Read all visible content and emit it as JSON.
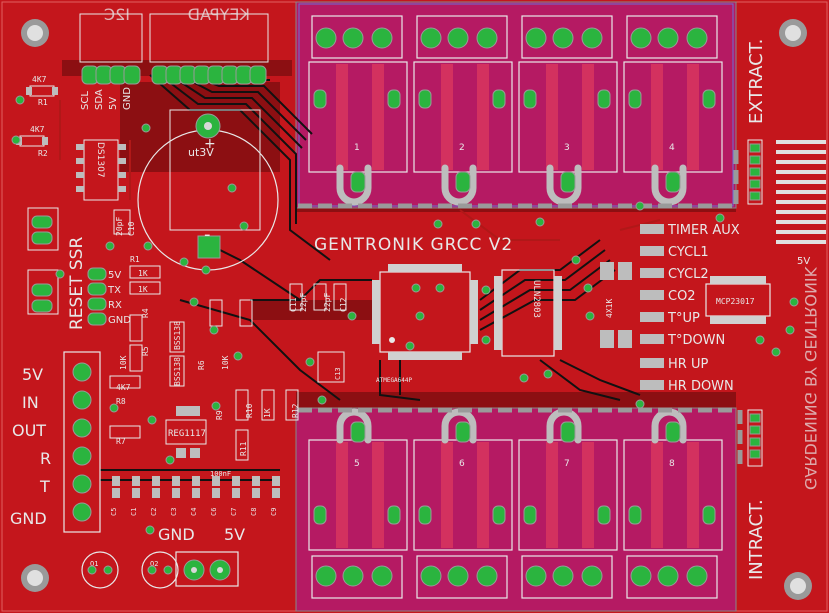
{
  "board": {
    "title": "GENTRONIK GRCC V2",
    "colors": {
      "copper": "#c4161c",
      "dark_copper": "#8c0f12",
      "relay": "#b51a63",
      "pad": "#2bb43f",
      "silk": "#e8e8e8",
      "via": "#cccccc"
    }
  },
  "headers": {
    "top_left": [
      "SCL",
      "SDA",
      "5V",
      "GND"
    ],
    "mirrored_top": [
      "I2C",
      "KEYPAD"
    ]
  },
  "labels": {
    "battery": "ut3V",
    "battery_plus": "+",
    "battery_minus": "-",
    "rtc": "DS1307",
    "reset_ssr": "RESET SSR",
    "serial": [
      "5V",
      "TX",
      "RX",
      "GND"
    ],
    "power_block": [
      "5V",
      "IN",
      "OUT",
      "R",
      "T",
      "GND"
    ],
    "bottom_power": [
      "GND",
      "5V"
    ],
    "extract": "EXTRACT.",
    "intract": "INTRACT.",
    "mcu": "ATMEGA644P",
    "driver": "ULN2803",
    "resnet": "4X1K",
    "expander": "MCP23017",
    "expander_out": "5V",
    "regulator": "REG1117",
    "mirrored_credit": "GARDENING BY GENTRONIK"
  },
  "inputs": [
    "TIMER AUX",
    "CYCL1",
    "CYCL2",
    "CO2",
    "T°UP",
    "T°DOWN",
    "HR UP",
    "HR DOWN"
  ],
  "parts": {
    "resistors": [
      "4K7",
      "R1",
      "4K7",
      "R2",
      "R1",
      "1K",
      "1K",
      "R4",
      "R5",
      "10K",
      "R6",
      "4K7",
      "R8",
      "R7",
      "R10",
      "1K",
      "R12",
      "R11",
      "R9",
      "10K"
    ],
    "caps": [
      "C10",
      "20pF",
      "22pF",
      "22pF",
      "C11",
      "C12",
      "100nF",
      "C5",
      "C1",
      "C2",
      "C3",
      "C4",
      "C6",
      "C7",
      "C8",
      "C9",
      "C13"
    ],
    "transistors": [
      "BSS138",
      "BSS138"
    ],
    "crystals": [
      "Q1",
      "Q2"
    ]
  },
  "relay_channels": {
    "top": [
      "1",
      "2",
      "3",
      "4"
    ],
    "bottom": [
      "5",
      "6",
      "7",
      "8"
    ]
  }
}
